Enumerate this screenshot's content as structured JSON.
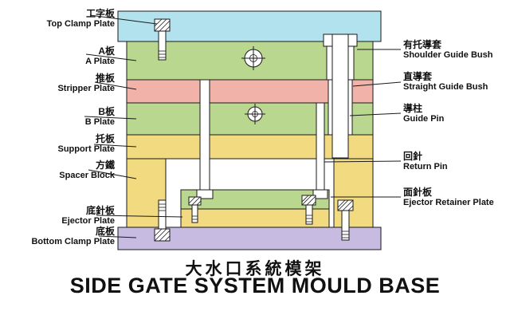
{
  "titles": {
    "zh": "大水口系統模架",
    "en": "SIDE GATE SYSTEM MOULD BASE"
  },
  "labels": {
    "left": [
      {
        "zh": "工字板",
        "en": "Top Clamp Plate"
      },
      {
        "zh": "A板",
        "en": "A Plate"
      },
      {
        "zh": "推板",
        "en": "Stripper Plate"
      },
      {
        "zh": "B板",
        "en": "B Plate"
      },
      {
        "zh": "托板",
        "en": "Support Plate"
      },
      {
        "zh": "方鐵",
        "en": "Spacer Block"
      },
      {
        "zh": "底針板",
        "en": "Ejector Plate"
      },
      {
        "zh": "底板",
        "en": "Bottom Clamp Plate"
      }
    ],
    "right": [
      {
        "zh": "有托導套",
        "en": "Shoulder Guide Bush"
      },
      {
        "zh": "直導套",
        "en": "Straight Guide Bush"
      },
      {
        "zh": "導柱",
        "en": "Guide Pin"
      },
      {
        "zh": "回針",
        "en": "Return Pin"
      },
      {
        "zh": "面針板",
        "en": "Ejector Retainer Plate"
      }
    ]
  },
  "colors": {
    "top_clamp_plate": "#b3e2ef",
    "a_plate": "#b9d78e",
    "stripper_plate": "#f1b3a9",
    "b_plate": "#b9d78e",
    "support_plate": "#f1da7f",
    "spacer_block": "#f1da7f",
    "ejector_retainer_plate": "#b9d78e",
    "ejector_plate": "#f1da7f",
    "bottom_clamp_plate": "#c7bbe2",
    "metal_part": "#ffffff",
    "outline": "#1a1a1a"
  }
}
